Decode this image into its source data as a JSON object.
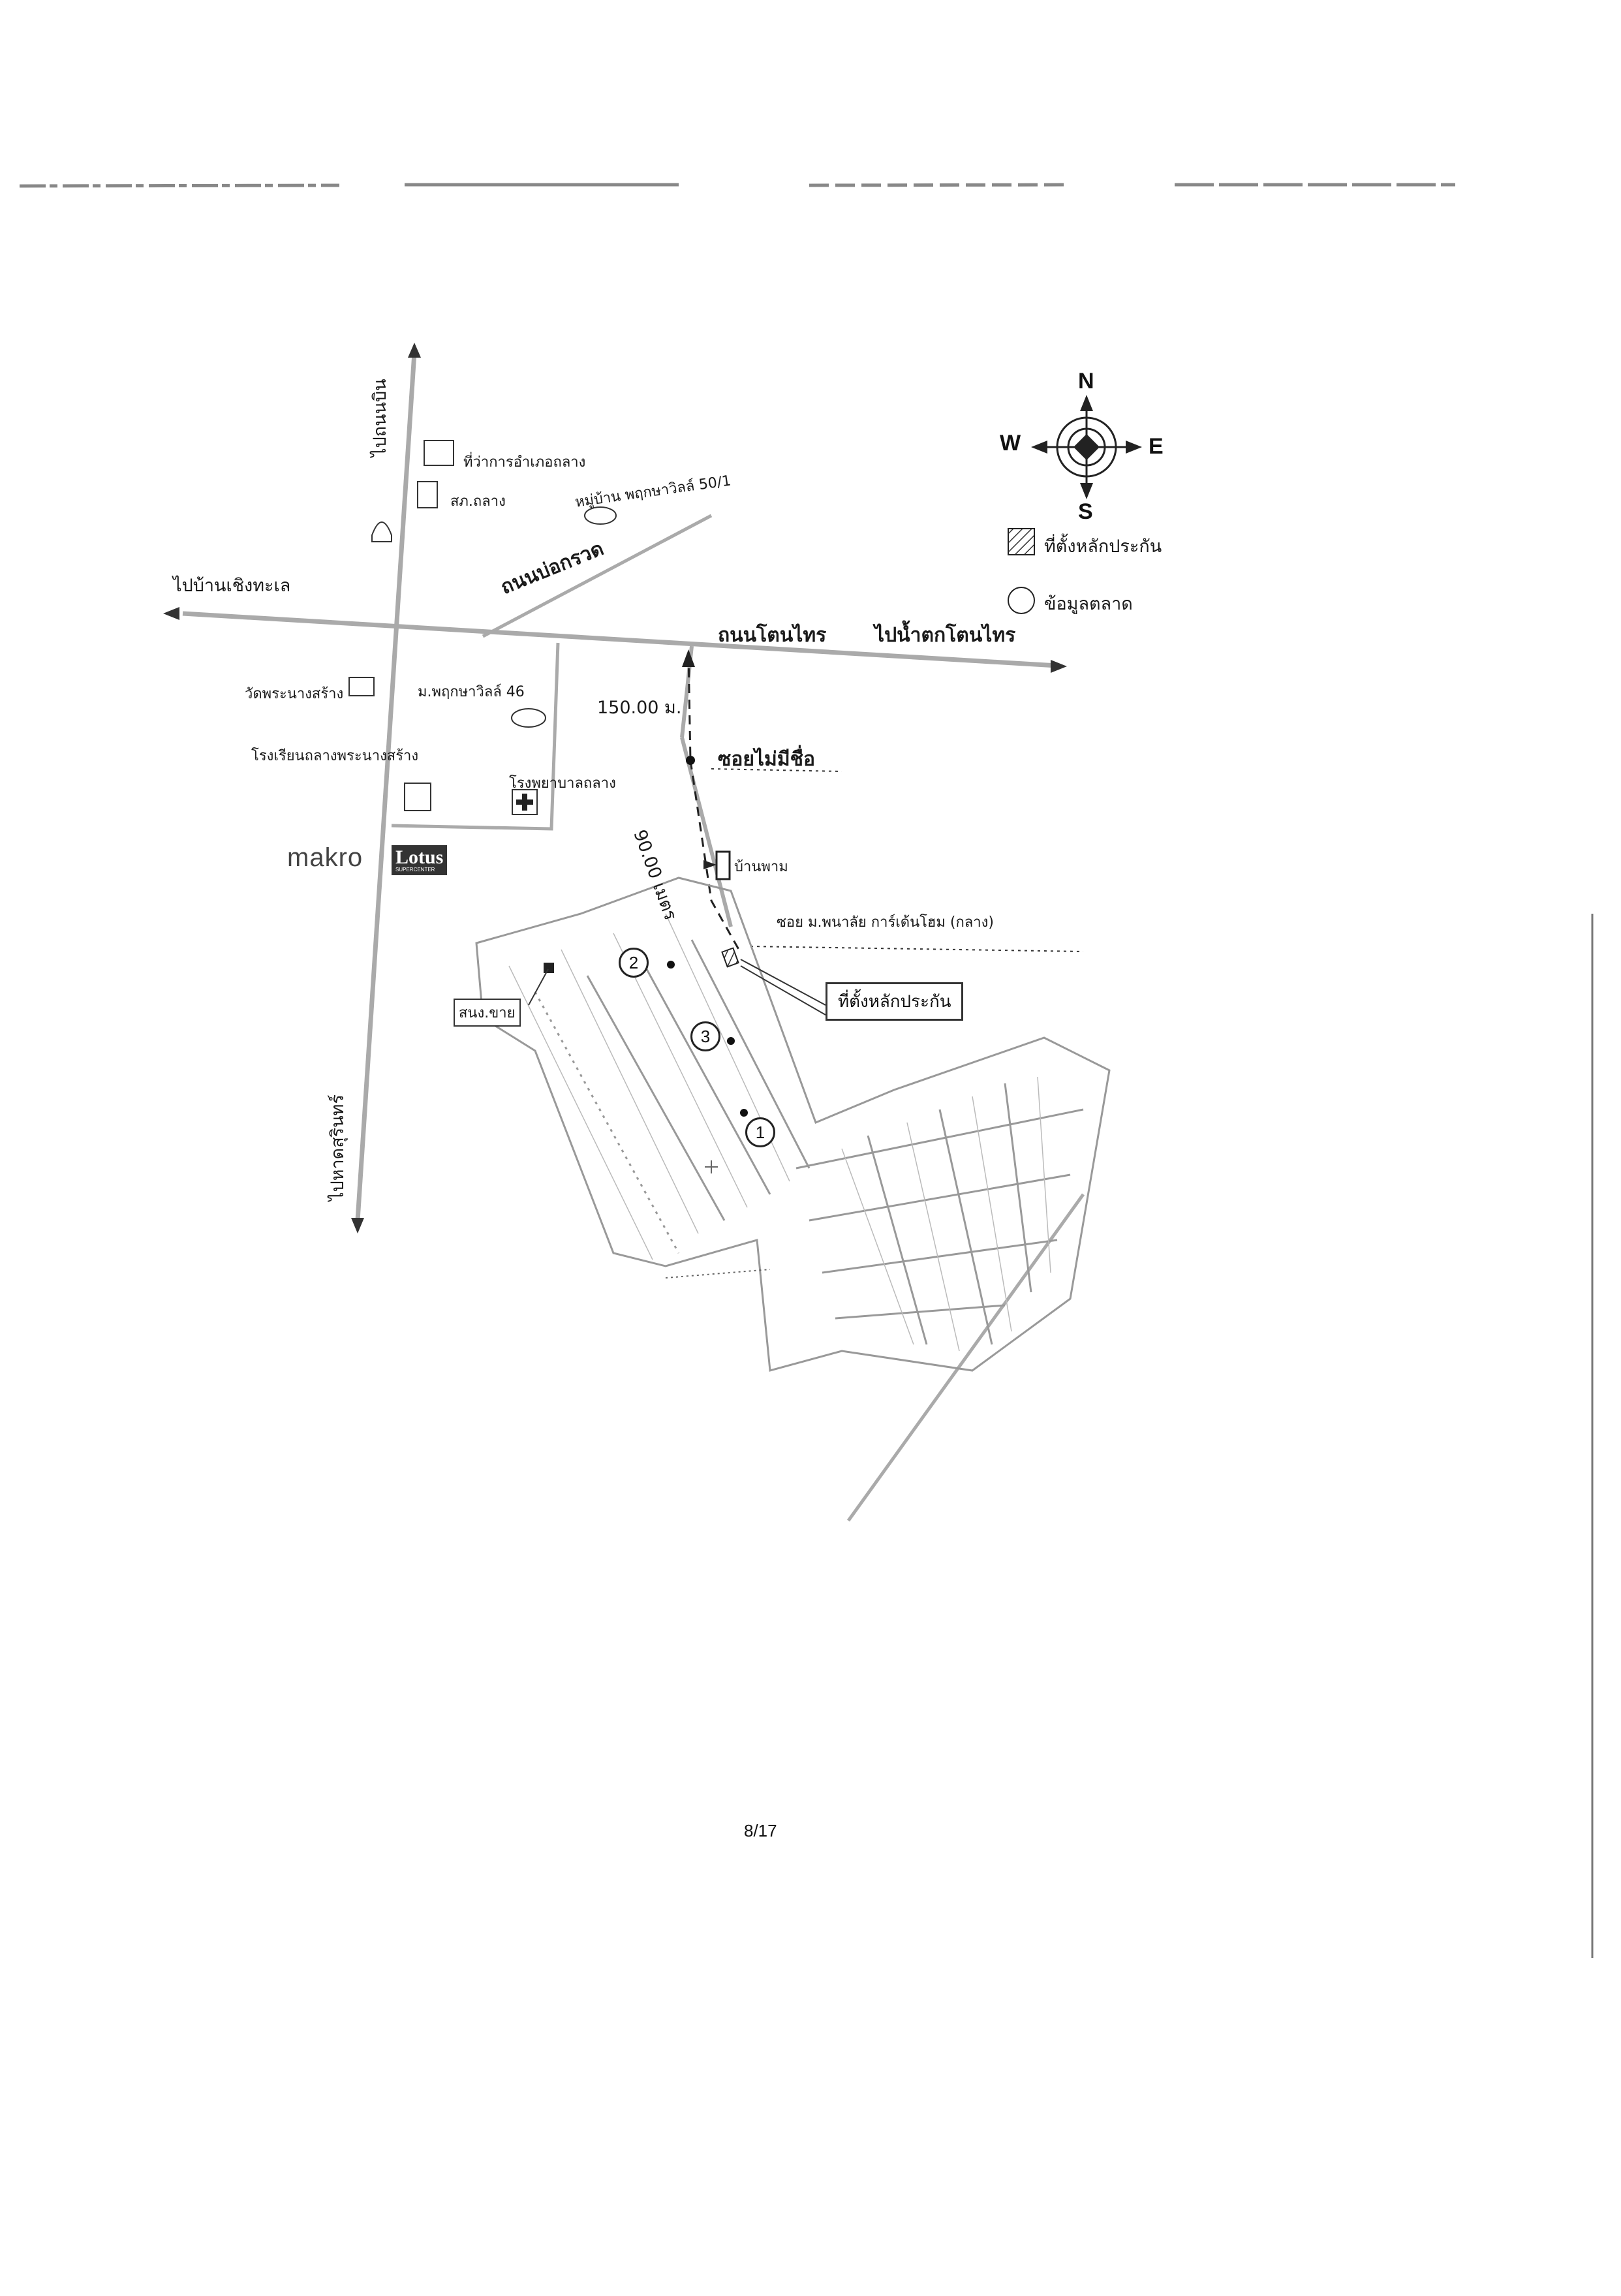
{
  "compass": {
    "n": "N",
    "e": "E",
    "s": "S",
    "w": "W"
  },
  "legend": {
    "collateral": "ที่ตั้งหลักประกัน",
    "market_data": "ข้อมูลตลาด"
  },
  "roads": {
    "to_north": "ไปถนนบิน",
    "to_west": "ไปบ้านเชิงทะเล",
    "to_east": "ไปน้ำตกโตนไทร",
    "main_road": "ถนนโตนไทร",
    "diag_road": "ถนนบ่อกรวด",
    "to_south": "ไปหาดสุรินทร์",
    "unnamed_soi": "ซอยไม่มีชื่อ",
    "village_soi": "ซอย ม.พนาลัย การ์เด้นโฮม (กลาง)"
  },
  "places": {
    "district_office": "ที่ว่าการอำเภอถลาง",
    "police": "สภ.ถลาง",
    "village_50": "หมู่บ้าน พฤกษาวิลล์ 50/1",
    "temple": "วัดพระนางสร้าง",
    "village_46": "ม.พฤกษาวิลล์ 46",
    "school": "โรงเรียนถลางพระนางสร้าง",
    "hospital": "โรงพยาบาลถลาง",
    "makro": "makro",
    "lotus": "Lotus",
    "lotus_sub": "SUPERCENTER",
    "empty_house": "บ้านพาม",
    "sales_office": "สนง.ขาย"
  },
  "distances": {
    "d150": "150.00 ม.",
    "d90": "90.00 เมตร"
  },
  "markers": [
    "1",
    "2",
    "3"
  ],
  "callout": "ที่ตั้งหลักประกัน",
  "page": "8/17"
}
